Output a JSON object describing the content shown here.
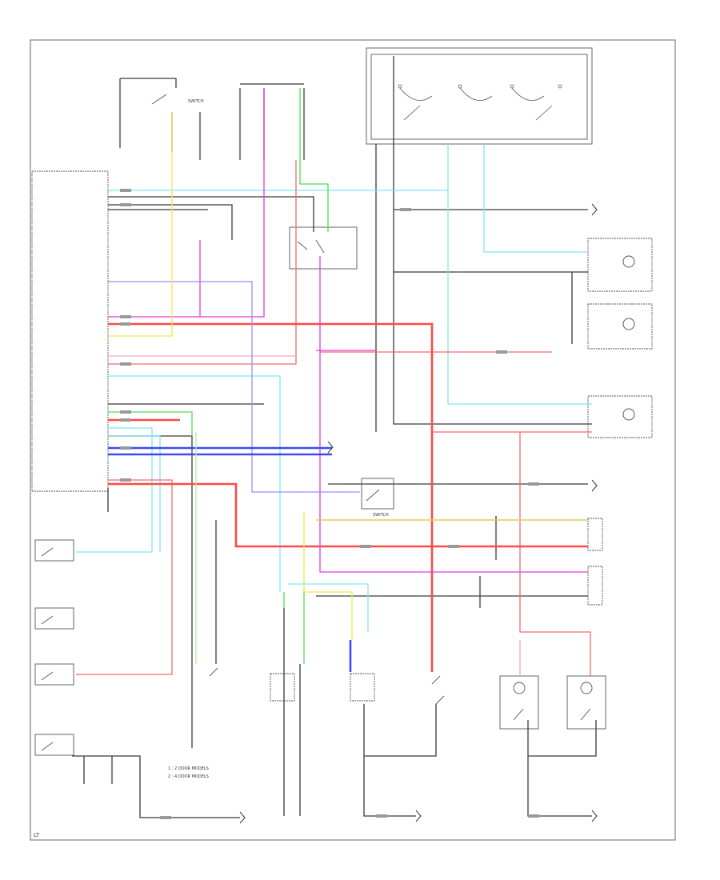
{
  "palette": {
    "black": "#2b2b2b",
    "gray": "#7a7a7a",
    "red": "#f26b6b",
    "red_thick": "#ff4040",
    "pink": "#f7a8c4",
    "magenta": "#e23ad9",
    "cyan": "#7fe6f2",
    "blue": "#4a5bff",
    "purple": "#b48cff",
    "green": "#4ddc4d",
    "yellow": "#f2e64d",
    "light_green": "#b6ef9a"
  },
  "labels": {
    "bottom_left_code": "LT",
    "legend_1": "1 : 2 DOOR MODELS",
    "legend_2": "2 : 4 DOOR MODELS",
    "switch_1": "SWITCH",
    "switch_2": "SWITCH"
  }
}
